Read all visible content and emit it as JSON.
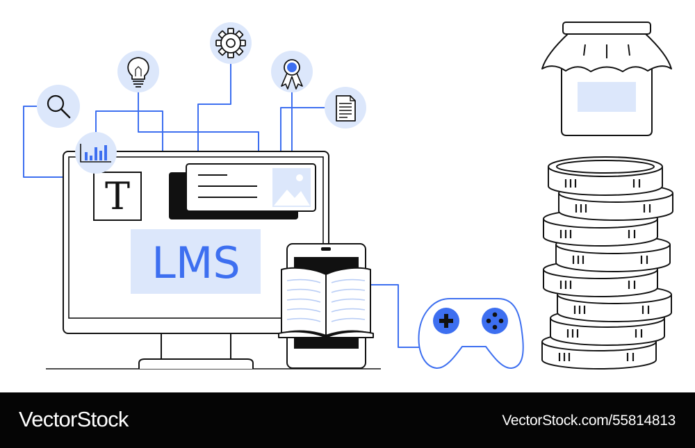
{
  "screen": {
    "format_glyph": "T",
    "badge_text": "LMS"
  },
  "footer": {
    "brand": "VectorStock",
    "credit": "VectorStock.com/55814813"
  },
  "colors": {
    "accent": "#3D6FF0",
    "tint": "#DCE7FB",
    "ink": "#111111",
    "footer_bg": "#050505",
    "footer_text": "#FFFFFF"
  },
  "icons": [
    "search-icon",
    "analytics-icon",
    "lightbulb-icon",
    "gear-icon",
    "award-ribbon-icon",
    "document-icon",
    "image-icon",
    "open-book-icon",
    "gamepad-icon",
    "jar-icon",
    "coin-stack-icon"
  ]
}
